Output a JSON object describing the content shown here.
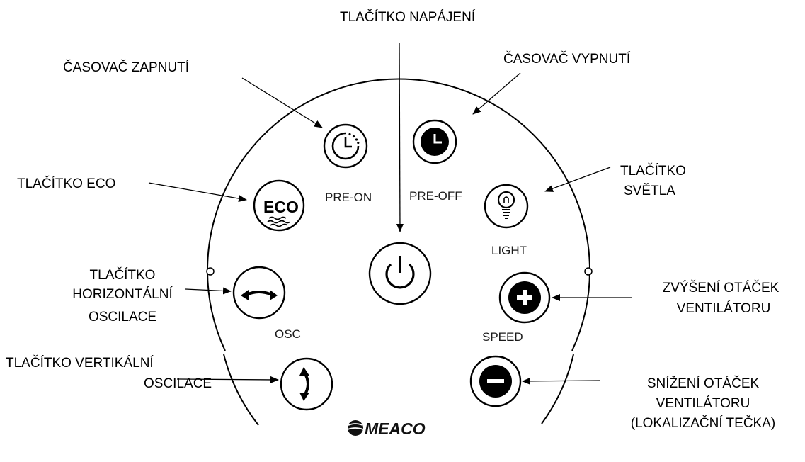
{
  "callouts": {
    "power": "TLAČÍTKO NAPÁJENÍ",
    "timer_on": "ČASOVAČ ZAPNUTÍ",
    "timer_off": "ČASOVAČ VYPNUTÍ",
    "eco": "TLAČÍTKO ECO",
    "light_line1": "TLAČÍTKO",
    "light_line2": "SVĚTLA",
    "horizontal_line1": "TLAČÍTKO",
    "horizontal_line2": "HORIZONTÁLNÍ",
    "horizontal_line3": "OSCILACE",
    "vertical_line1": "TLAČÍTKO VERTIKÁLNÍ",
    "vertical_line2": "OSCILACE",
    "speed_up_line1": "ZVÝŠENÍ OTÁČEK",
    "speed_up_line2": "VENTILÁTORU",
    "speed_down_line1": "SNÍŽENÍ OTÁČEK",
    "speed_down_line2": "VENTILÁTORU",
    "speed_down_line3": "(LOKALIZAČNÍ TEČKA)"
  },
  "panel": {
    "pre_on_label": "PRE-ON",
    "pre_off_label": "PRE-OFF",
    "light_label": "LIGHT",
    "osc_label": "OSC",
    "speed_label": "SPEED",
    "eco_button_text": "ECO",
    "brand": "MEACO"
  },
  "icons": {
    "pre_on": "timer-dotted-clock-icon",
    "pre_off": "clock-icon",
    "eco": "eco-waves-icon",
    "light": "light-bulb-icon",
    "power": "power-icon",
    "horizontal_osc": "horizontal-oscillation-arrow-icon",
    "vertical_osc": "vertical-oscillation-arrow-icon",
    "speed_up": "plus-icon",
    "speed_down": "minus-icon",
    "brand_logo": "meaco-logo-icon"
  },
  "colors": {
    "ink": "#000000",
    "background": "#ffffff"
  }
}
